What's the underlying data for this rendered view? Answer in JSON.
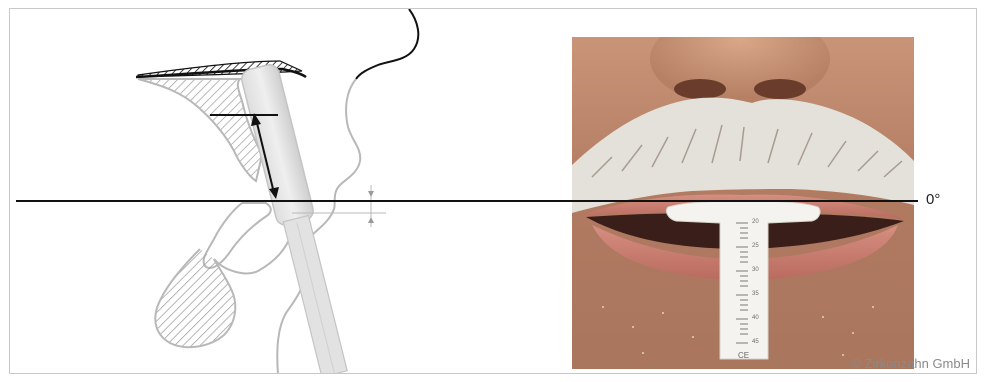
{
  "figure": {
    "angle_label": "0°",
    "copyright": "© Zirkonzahn GmbH",
    "ruler_marks": [
      "20",
      "25",
      "30",
      "35",
      "40",
      "45"
    ],
    "ruler_logo": "CE",
    "colors": {
      "line": "#111111",
      "tooth_outline": "#b8b8b8",
      "hatch": "#9a9a9a",
      "instrument": "#d4d4d4",
      "skin": "#b07a60",
      "lips": "#c9776a",
      "mustache": "#e4e0da"
    }
  }
}
